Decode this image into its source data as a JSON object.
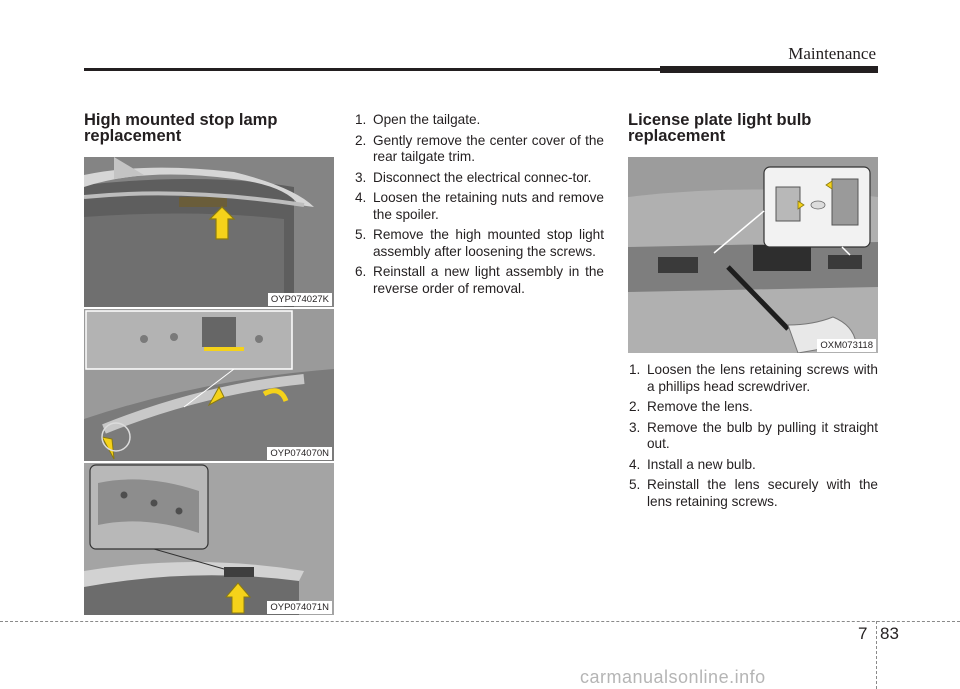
{
  "header": {
    "title": "Maintenance"
  },
  "left_section": {
    "heading": "High mounted stop lamp replacement",
    "figures": [
      {
        "code": "OYP074027K"
      },
      {
        "code": "OYP074070N"
      },
      {
        "code": "OYP074071N"
      }
    ]
  },
  "middle_section": {
    "steps": [
      {
        "num": "1.",
        "text": "Open the tailgate."
      },
      {
        "num": "2.",
        "text": "Gently remove the center cover of the rear tailgate trim."
      },
      {
        "num": "3.",
        "text": "Disconnect the electrical connec-tor."
      },
      {
        "num": "4.",
        "text": "Loosen the retaining nuts and remove the spoiler."
      },
      {
        "num": "5.",
        "text": "Remove the high mounted stop light assembly after loosening the screws."
      },
      {
        "num": "6.",
        "text": "Reinstall a new light assembly in the reverse order of removal."
      }
    ]
  },
  "right_section": {
    "heading": "License plate light bulb replacement",
    "figure": {
      "code": "OXM073118"
    },
    "steps": [
      {
        "num": "1.",
        "text": "Loosen the lens retaining screws with a phillips head screwdriver."
      },
      {
        "num": "2.",
        "text": "Remove the lens."
      },
      {
        "num": "3.",
        "text": "Remove the bulb by pulling it straight out."
      },
      {
        "num": "4.",
        "text": "Install a new bulb."
      },
      {
        "num": "5.",
        "text": "Reinstall the lens securely with the lens retaining screws."
      }
    ]
  },
  "footer": {
    "chapter": "7",
    "page": "83",
    "watermark": "carmanualsonline.info"
  },
  "colors": {
    "text": "#231f20",
    "arrow": "#f5d21a",
    "arrow_outline": "#8a7a10"
  }
}
